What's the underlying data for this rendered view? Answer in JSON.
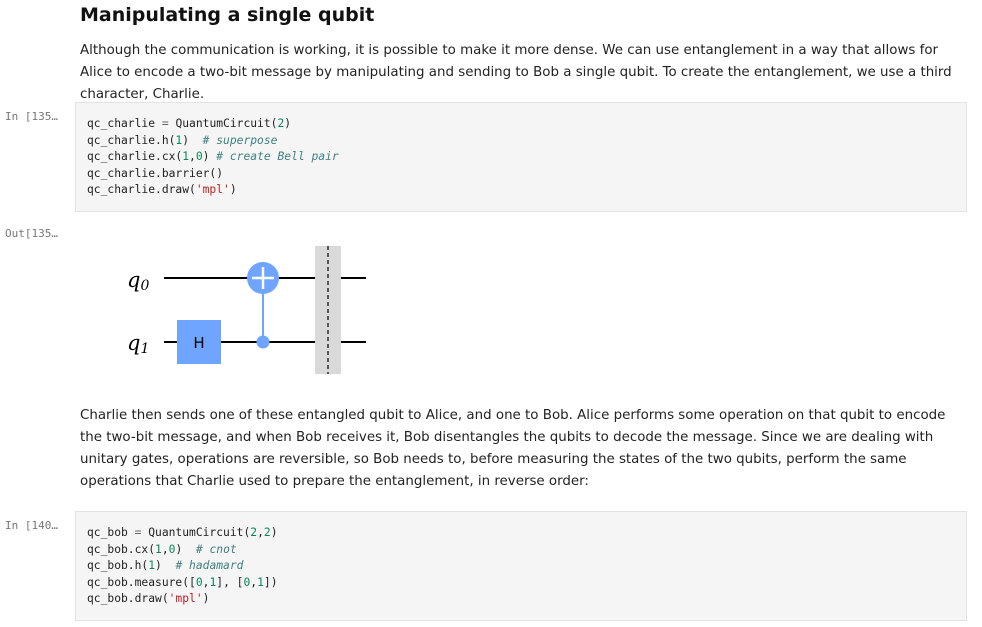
{
  "section": {
    "heading": "Manipulating a single qubit",
    "intro": "Although the communication is working, it is possible to make it more dense. We can use entanglement in a way that allows for Alice to encode a two-bit message by manipulating and sending to Bob a single qubit. To create the entanglement, we use a third character, Charlie."
  },
  "cell1": {
    "prompt": "In [135…",
    "lines": [
      [
        {
          "t": "qc_charlie "
        },
        {
          "t": "=",
          "c": "op"
        },
        {
          "t": " QuantumCircuit("
        },
        {
          "t": "2",
          "c": "num"
        },
        {
          "t": ")"
        }
      ],
      [
        {
          "t": "qc_charlie.h("
        },
        {
          "t": "1",
          "c": "num"
        },
        {
          "t": ")  "
        },
        {
          "t": "# superpose",
          "c": "com"
        }
      ],
      [
        {
          "t": "qc_charlie.cx("
        },
        {
          "t": "1",
          "c": "num"
        },
        {
          "t": ","
        },
        {
          "t": "0",
          "c": "num"
        },
        {
          "t": ") "
        },
        {
          "t": "# create Bell pair",
          "c": "com"
        }
      ],
      [
        {
          "t": "qc_charlie.barrier()"
        }
      ],
      [
        {
          "t": "qc_charlie.draw("
        },
        {
          "t": "'mpl'",
          "c": "str"
        },
        {
          "t": ")"
        }
      ]
    ]
  },
  "output1": {
    "prompt": "Out[135…",
    "circuit": {
      "qubits": [
        "q",
        "q"
      ],
      "qubit_subscripts": [
        "0",
        "1"
      ],
      "gates": [
        {
          "type": "h",
          "label": "H",
          "qubit": 1
        },
        {
          "type": "cx",
          "control": 1,
          "target": 0
        },
        {
          "type": "barrier",
          "qubits": [
            0,
            1
          ]
        }
      ],
      "colors": {
        "h": "#6fa4ff",
        "cx": "#6fa4ff",
        "barrier": "#d9d9d9",
        "wire": "#000000"
      }
    }
  },
  "text2": "Charlie then sends one of these entangled qubit to Alice, and one to Bob. Alice performs some operation on that qubit to encode the two-bit message, and when Bob receives it, Bob disentangles the qubits to decode the message. Since we are dealing with unitary gates, operations are reversible, so Bob needs to, before measuring the states of the two qubits, perform the same operations that Charlie used to prepare the entanglement, in reverse order:",
  "cell2": {
    "prompt": "In [140…",
    "lines": [
      [
        {
          "t": "qc_bob "
        },
        {
          "t": "=",
          "c": "op"
        },
        {
          "t": " QuantumCircuit("
        },
        {
          "t": "2",
          "c": "num"
        },
        {
          "t": ","
        },
        {
          "t": "2",
          "c": "num"
        },
        {
          "t": ")"
        }
      ],
      [
        {
          "t": "qc_bob.cx("
        },
        {
          "t": "1",
          "c": "num"
        },
        {
          "t": ","
        },
        {
          "t": "0",
          "c": "num"
        },
        {
          "t": ")  "
        },
        {
          "t": "# cnot",
          "c": "com"
        }
      ],
      [
        {
          "t": "qc_bob.h("
        },
        {
          "t": "1",
          "c": "num"
        },
        {
          "t": ")  "
        },
        {
          "t": "# hadamard",
          "c": "com"
        }
      ],
      [
        {
          "t": "qc_bob.measure(["
        },
        {
          "t": "0",
          "c": "num"
        },
        {
          "t": ","
        },
        {
          "t": "1",
          "c": "num"
        },
        {
          "t": "], ["
        },
        {
          "t": "0",
          "c": "num"
        },
        {
          "t": ","
        },
        {
          "t": "1",
          "c": "num"
        },
        {
          "t": "])"
        }
      ],
      [
        {
          "t": "qc_bob.draw("
        },
        {
          "t": "'mpl'",
          "c": "str"
        },
        {
          "t": ")"
        }
      ]
    ]
  }
}
